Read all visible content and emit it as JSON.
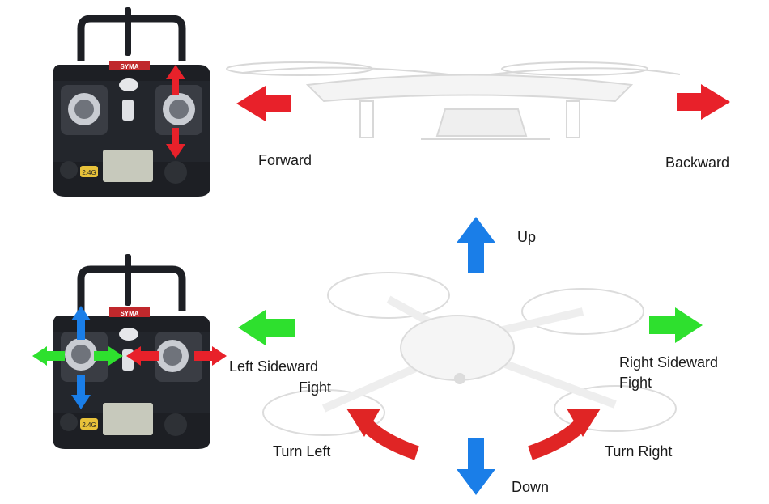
{
  "remote": {
    "brand": "SYMA",
    "freq_badge": "2.4G"
  },
  "labels": {
    "forward": "Forward",
    "backward": "Backward",
    "up": "Up",
    "down": "Down",
    "left_sideward_line1": "Left Sideward",
    "left_sideward_line2": "Fight",
    "right_sideward_line1": "Right Sideward",
    "right_sideward_line2": "Fight",
    "turn_left": "Turn Left",
    "turn_right": "Turn Right"
  },
  "colors": {
    "forward_back_arrow": "#e8212a",
    "vertical_arrow": "#1a7ee8",
    "sideward_arrow": "#2ee02e",
    "turn_arrow": "#e02525",
    "remote_body": "#1d1f24"
  }
}
